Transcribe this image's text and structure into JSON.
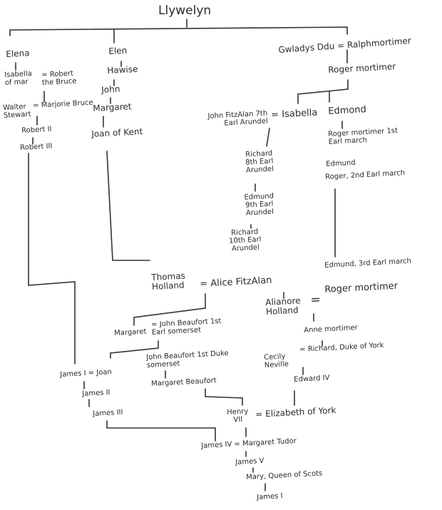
{
  "title": "Llywelyn",
  "people": {
    "elena": "Elena",
    "elen": "Elen",
    "gwladys": "Gwladys Ddu = Ralphmortimer",
    "isabella_mar": "Isabella of mar",
    "robert_bruce": "= Robert the Bruce",
    "walter": "Walter Stewart",
    "marjorie": "= Marjorie Bruce",
    "robert2": "Robert II",
    "robert3": "Robert III",
    "hawise": "Hawise",
    "john": "John",
    "margaret": "Margaret",
    "joan_kent": "Joan of Kent",
    "roger_mortimer": "Roger mortimer",
    "john_fitzalan": "John FitzAlan 7th Earl Arundel",
    "isabella": "= Isabella",
    "edmond": "Edmond",
    "richard8": "Richard 8th Earl Arundel",
    "edmund9": "Edmund 9th Earl Arundel",
    "richard10": "Richard 10th Earl Arundel",
    "roger1": "Roger mortimer 1st Earl march",
    "edmund": "Edmund",
    "roger2": "Roger, 2nd Earl march",
    "edmund3": "Edmund, 3rd Earl march",
    "roger_mortimer2": "Roger mortimer",
    "thomas_holland": "Thomas Holland",
    "alice": "= Alice FitzAlan",
    "alianore": "Alianore Holland",
    "alianore_eq": "=",
    "margaret2": "Margaret",
    "john_beaufort1": "= John Beaufort 1st Earl somerset",
    "anne_mortimer": "Anne mortimer",
    "cecily": "Cecily Neville",
    "richard_york": "= Richard, Duke of York",
    "john_beaufort2": "John Beaufort 1st Duke somerset",
    "margaret_beaufort": "Margaret Beaufort",
    "edward4": "Edward IV",
    "james1": "James I = Joan",
    "james2": "James II",
    "james3": "James III",
    "henry7": "Henry VII",
    "elizabeth_york": "= Elizabeth of York",
    "james4": "James IV = Margaret Tudor",
    "james5": "James V",
    "mary": "Mary, Queen of Scots",
    "james1b": "James I"
  }
}
